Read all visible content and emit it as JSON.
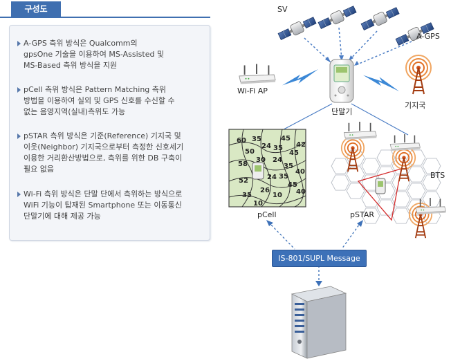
{
  "tab": {
    "label": "구성도"
  },
  "bullets": [
    {
      "lines": [
        "A-GPS 측위 방식은 Qualcomm의",
        "gpsOne 기술을 이용하여 MS-Assisted 및",
        "MS-Based 측위 방식을 지원"
      ]
    },
    {
      "lines": [
        "pCell 측위 방식은 Pattern Matching 측위",
        "방법을 이용하여 실외 및 GPS 신호를 수신할 수",
        "없는 음영지역(실내)측위도 가능"
      ]
    },
    {
      "lines": [
        "pSTAR 측위 방식은 기준(Reference) 기지국 및",
        "이웃(Neighbor) 기지국으로부터 측정한 신호세기",
        "이용한 거리환산방법으로, 측위를 위한 DB 구축이",
        "필요 없음"
      ]
    },
    {
      "lines": [
        "Wi-Fi 측위 방식은 단말 단에서 측위하는 방식으로",
        "WiFi 기능이 탑재된 Smartphone 또는 이동통신",
        "단말기에 대해 제공 가능"
      ]
    }
  ],
  "diagram": {
    "sv": "SV",
    "agps": "A-GPS",
    "wifi_ap": "Wi-Fi AP",
    "terminal": "단말기",
    "base_station": "기지국",
    "bts": "BTS",
    "pcell": "pCell",
    "pstar": "pSTAR",
    "message": "IS-801/SUPL Message",
    "grid_numbers": [
      "60",
      "35",
      "45",
      "42",
      "50",
      "24",
      "35",
      "45",
      "58",
      "30",
      "24",
      "35",
      "40",
      "52",
      "24",
      "35",
      "45",
      "40",
      "35",
      "26",
      "10",
      "10"
    ]
  }
}
